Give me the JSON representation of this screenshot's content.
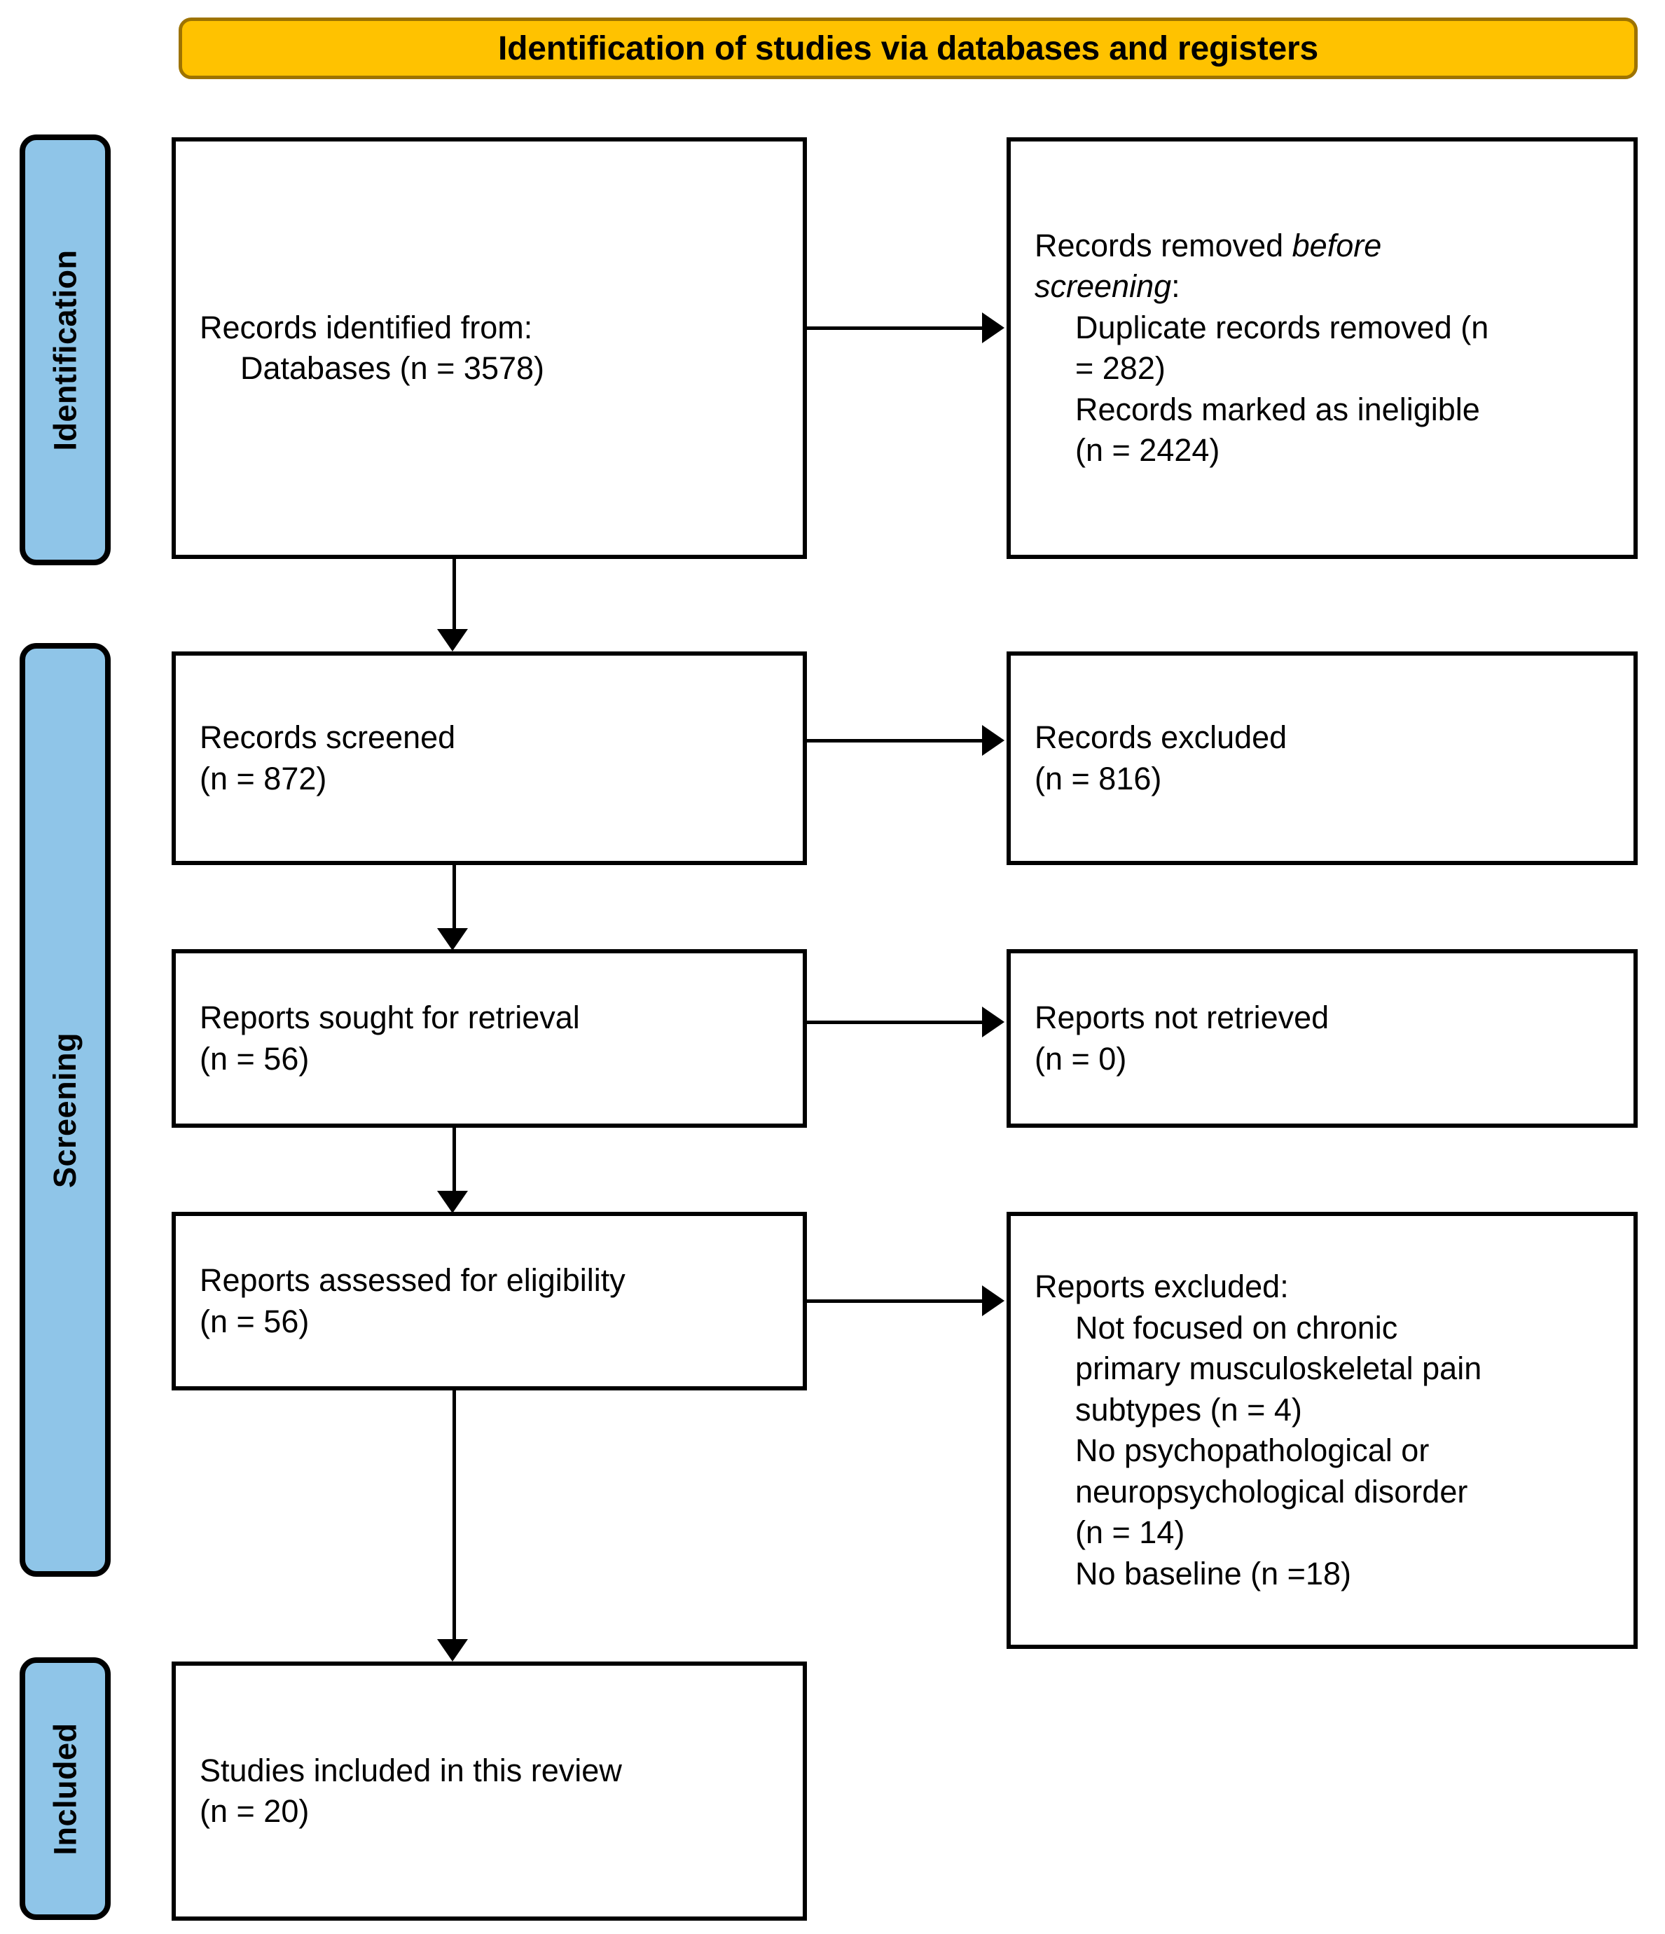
{
  "banner": {
    "title": "Identification of studies via databases and registers"
  },
  "stages": [
    {
      "id": "identification",
      "label": "Identification"
    },
    {
      "id": "screening",
      "label": "Screening"
    },
    {
      "id": "included",
      "label": "Included"
    }
  ],
  "boxes": {
    "records_identified": {
      "lines": [
        {
          "text": "Records identified from:",
          "indent": false
        },
        {
          "text": "Databases (n = 3578)",
          "indent": true
        }
      ]
    },
    "records_removed": {
      "lines": [
        {
          "text": "Records removed ",
          "indent": false,
          "italic_tail": "before"
        },
        {
          "text": ":",
          "indent": false,
          "italic_head": "screening"
        },
        {
          "text": "Duplicate records removed (n",
          "indent": true
        },
        {
          "text": "= 282)",
          "indent": true
        },
        {
          "text": "Records marked as ineligible",
          "indent": true
        },
        {
          "text": "(n = 2424)",
          "indent": true
        }
      ]
    },
    "records_screened": {
      "lines": [
        {
          "text": "Records screened",
          "indent": false
        },
        {
          "text": "(n = 872)",
          "indent": false
        }
      ]
    },
    "records_excluded": {
      "lines": [
        {
          "text": "Records excluded",
          "indent": false
        },
        {
          "text": "(n = 816)",
          "indent": false
        }
      ]
    },
    "reports_sought": {
      "lines": [
        {
          "text": "Reports sought for retrieval",
          "indent": false
        },
        {
          "text": "(n = 56)",
          "indent": false
        }
      ]
    },
    "reports_not_retrieved": {
      "lines": [
        {
          "text": "Reports not retrieved",
          "indent": false
        },
        {
          "text": "(n = 0)",
          "indent": false
        }
      ]
    },
    "reports_assessed": {
      "lines": [
        {
          "text": "Reports assessed for eligibility",
          "indent": false
        },
        {
          "text": "(n = 56)",
          "indent": false
        }
      ]
    },
    "reports_excluded": {
      "lines": [
        {
          "text": "Reports excluded:",
          "indent": false
        },
        {
          "text": "Not focused on chronic",
          "indent": true
        },
        {
          "text": "primary musculoskeletal pain",
          "indent": true
        },
        {
          "text": "subtypes (n = 4)",
          "indent": true
        },
        {
          "text": "No psychopathological or",
          "indent": true
        },
        {
          "text": "neuropsychological disorder",
          "indent": true
        },
        {
          "text": "(n = 14)",
          "indent": true
        },
        {
          "text": "No baseline (n =18)",
          "indent": true
        }
      ]
    },
    "studies_included": {
      "lines": [
        {
          "text": "Studies included in this review",
          "indent": false
        },
        {
          "text": "(n = 20)",
          "indent": false
        }
      ]
    }
  },
  "colors": {
    "banner_fill": "#FFC200",
    "banner_border": "#9E7300",
    "stage_fill": "#8FC5E8",
    "outline": "#000000",
    "box_fill": "#FFFFFF"
  }
}
